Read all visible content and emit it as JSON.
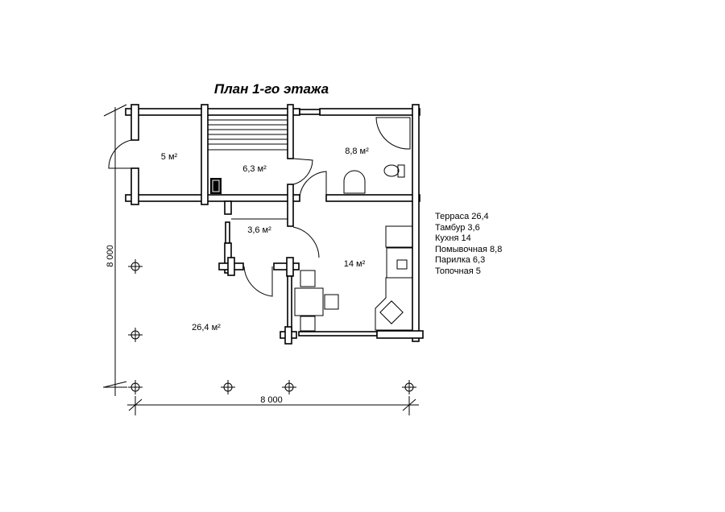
{
  "title": "План 1-го этажа",
  "rooms": {
    "topochnaya": "5 м²",
    "parilka": "6,3 м²",
    "pomyvochnaya": "8,8 м²",
    "tambur": "3,6 м²",
    "kukhnya": "14 м²",
    "terrasa": "26,4 м²"
  },
  "dimensions": {
    "width": "8 000",
    "height": "8 000"
  },
  "legend": [
    "Терраса 26,4",
    "Тамбур 3,6",
    "Кухня 14",
    "Помывочная 8,8",
    "Парилка 6,3",
    "Топочная 5"
  ]
}
